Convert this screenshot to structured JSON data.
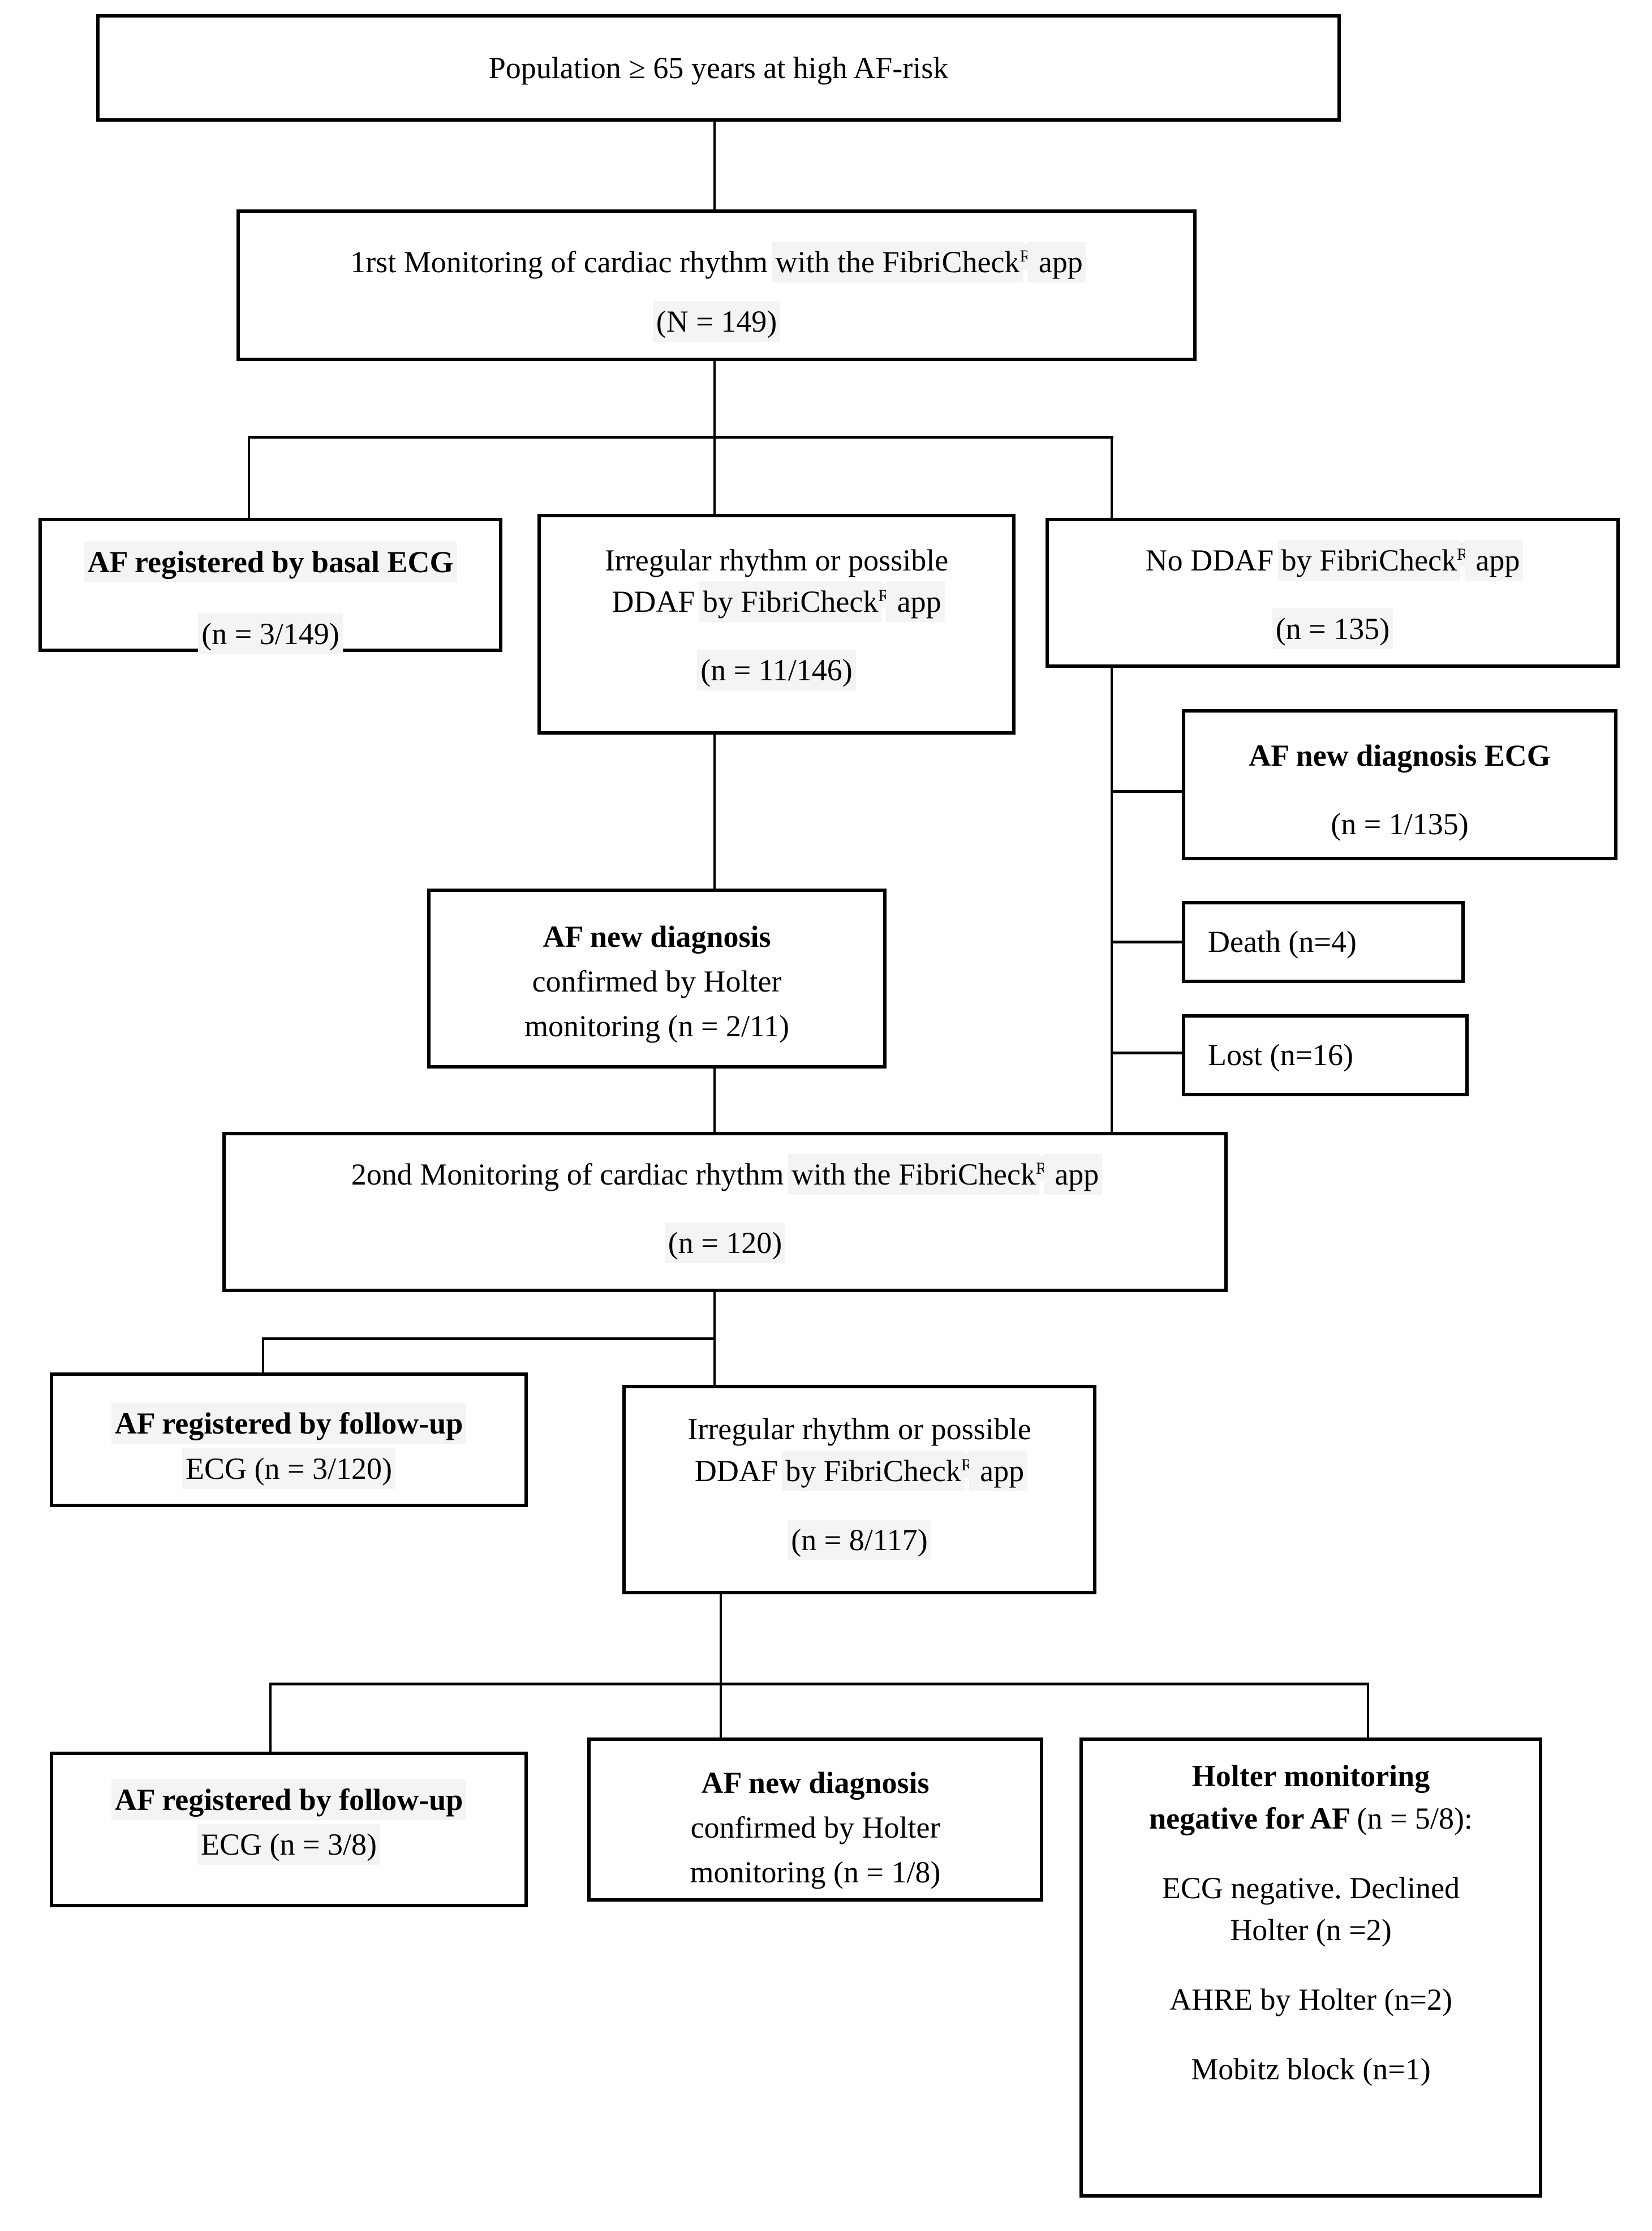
{
  "title": "AF screening study flow diagram",
  "colors": {
    "box_border": "#000000",
    "text": "#000000",
    "highlight": "#f4f4f4",
    "background": "#ffffff"
  },
  "nodes": {
    "population": {
      "lines": [
        {
          "seg": [
            {
              "t": "Population ≥ 65 years at high AF-risk"
            }
          ]
        }
      ]
    },
    "monitor1": {
      "lines": [
        {
          "seg": [
            {
              "t": "1rst Monitoring of cardiac rhythm "
            },
            {
              "t": "with the FibriCheck",
              "hl": true
            },
            {
              "t": "R",
              "hl": true,
              "sup": true
            },
            {
              "t": " app",
              "hl": true
            }
          ]
        },
        {
          "seg": [
            {
              "t": "(N = 149)",
              "hl": true
            }
          ]
        }
      ]
    },
    "row3left": {
      "lines": [
        {
          "seg": [
            {
              "t": "AF registered by basal ECG",
              "b": true,
              "hl": true
            }
          ]
        },
        {
          "seg": [
            {
              "t": "(n = 3/149)",
              "hl": true
            }
          ]
        }
      ]
    },
    "row3mid": {
      "lines": [
        {
          "seg": [
            {
              "t": "Irregular rhythm or possible"
            }
          ]
        },
        {
          "seg": [
            {
              "t": "DDAF "
            },
            {
              "t": "by FibriCheck",
              "hl": true
            },
            {
              "t": "R",
              "hl": true,
              "sup": true
            },
            {
              "t": " app",
              "hl": true
            }
          ]
        },
        {
          "sp": true,
          "seg": [
            {
              "t": "(n = 11/146)",
              "hl": true
            }
          ]
        }
      ]
    },
    "row3right": {
      "lines": [
        {
          "seg": [
            {
              "t": "No DDAF "
            },
            {
              "t": "by FibriCheck",
              "hl": true
            },
            {
              "t": "R",
              "hl": true,
              "sup": true
            },
            {
              "t": " app",
              "hl": true
            }
          ]
        },
        {
          "sp": true,
          "seg": [
            {
              "t": "(n = 135)",
              "hl": true
            }
          ]
        }
      ]
    },
    "afnewecg": {
      "lines": [
        {
          "seg": [
            {
              "t": "AF new diagnosis ECG",
              "b": true
            }
          ]
        },
        {
          "sp": true,
          "seg": [
            {
              "t": "(n = 1/135)"
            }
          ]
        }
      ]
    },
    "death": {
      "lines": [
        {
          "seg": [
            {
              "t": "Death (n=4)"
            }
          ]
        }
      ]
    },
    "lost": {
      "lines": [
        {
          "seg": [
            {
              "t": "Lost (n=16)"
            }
          ]
        }
      ]
    },
    "holter211": {
      "lines": [
        {
          "seg": [
            {
              "t": "AF new diagnosis",
              "b": true
            }
          ]
        },
        {
          "seg": [
            {
              "t": "confirmed by Holter"
            }
          ]
        },
        {
          "seg": [
            {
              "t": "monitoring (n = 2/11)"
            }
          ]
        }
      ]
    },
    "monitor2": {
      "lines": [
        {
          "seg": [
            {
              "t": "2ond Monitoring of cardiac rhythm "
            },
            {
              "t": "with the FibriCheck",
              "hl": true
            },
            {
              "t": "R",
              "hl": true,
              "sup": true
            },
            {
              "t": " app",
              "hl": true
            }
          ]
        },
        {
          "sp": true,
          "seg": [
            {
              "t": "(n = 120)",
              "hl": true
            }
          ]
        }
      ]
    },
    "row4left": {
      "lines": [
        {
          "seg": [
            {
              "t": "AF registered by follow-up",
              "b": true,
              "hl": true
            }
          ]
        },
        {
          "seg": [
            {
              "t": "ECG (n = 3/120)",
              "hl": true
            }
          ]
        }
      ]
    },
    "row4mid": {
      "lines": [
        {
          "seg": [
            {
              "t": "Irregular rhythm or possible"
            }
          ]
        },
        {
          "seg": [
            {
              "t": "DDAF "
            },
            {
              "t": "by FibriCheck",
              "hl": true
            },
            {
              "t": "R",
              "hl": true,
              "sup": true
            },
            {
              "t": " app",
              "hl": true
            }
          ]
        },
        {
          "sp": true,
          "seg": [
            {
              "t": "(n = 8/117)",
              "hl": true
            }
          ]
        }
      ]
    },
    "row5left": {
      "lines": [
        {
          "seg": [
            {
              "t": "AF registered by follow-up",
              "b": true,
              "hl": true
            }
          ]
        },
        {
          "seg": [
            {
              "t": "ECG (n = 3/8)",
              "hl": true
            }
          ]
        }
      ]
    },
    "row5mid": {
      "lines": [
        {
          "seg": [
            {
              "t": "AF new diagnosis",
              "b": true
            }
          ]
        },
        {
          "seg": [
            {
              "t": "confirmed by Holter"
            }
          ]
        },
        {
          "seg": [
            {
              "t": "monitoring (n = 1/8)"
            }
          ]
        }
      ]
    },
    "row5right": {
      "lines": [
        {
          "seg": [
            {
              "t": "Holter monitoring",
              "b": true
            }
          ]
        },
        {
          "seg": [
            {
              "t": "negative for AF ",
              "b": true
            },
            {
              "t": "(n = 5/8):"
            }
          ]
        },
        {
          "sp": true,
          "seg": [
            {
              "t": "ECG negative. Declined"
            }
          ]
        },
        {
          "seg": [
            {
              "t": "Holter (n =2)"
            }
          ]
        },
        {
          "sp": true,
          "seg": [
            {
              "t": "AHRE by Holter (n=2)"
            }
          ]
        },
        {
          "sp": true,
          "seg": [
            {
              "t": "Mobitz block (n=1)"
            }
          ]
        }
      ]
    }
  }
}
